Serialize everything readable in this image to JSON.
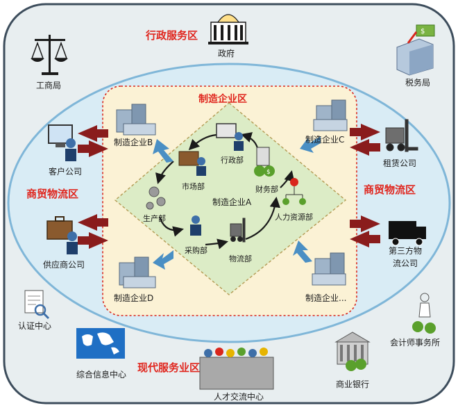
{
  "zones": {
    "admin": "行政服务区",
    "mfg": "制造企业区",
    "trade_left": "商贸物流区",
    "trade_right": "商贸物流区",
    "modern": "现代服务业区"
  },
  "outer_nodes": {
    "gov": "政府",
    "aic": "工商局",
    "tax": "税务局",
    "customer": "客户公司",
    "supplier": "供应商公司",
    "leasing": "租赁公司",
    "third_party_line1": "第三方物",
    "third_party_line2": "流公司",
    "cert": "认证中心",
    "accounting": "会计师事务所",
    "info_center": "综合信息中心",
    "talent": "人才交流中心",
    "bank": "商业银行"
  },
  "enterprises": {
    "b": "制造企业B",
    "c": "制造企业C",
    "d": "制造企业D",
    "more": "制造企业..."
  },
  "departments": {
    "center": "制造企业A",
    "admin": "行政部",
    "market": "市场部",
    "finance": "财务部",
    "production": "生产部",
    "hr": "人力资源部",
    "purchasing": "采购部",
    "logistics": "物流部"
  },
  "colors": {
    "outer_fill": "#e8eef0",
    "outer_border": "#3d4d5c",
    "inner_fill": "#d9ecf5",
    "inner_border": "#7fb6d8",
    "mfg_fill": "#fbf2d5",
    "mfg_border": "#d9261c",
    "diamond_fill": "#dcecc6",
    "diamond_border": "#b39a53",
    "zone_text": "#e0261e",
    "arrow_red": "#8a1c1c",
    "arrow_blue": "#4a8fc4"
  }
}
